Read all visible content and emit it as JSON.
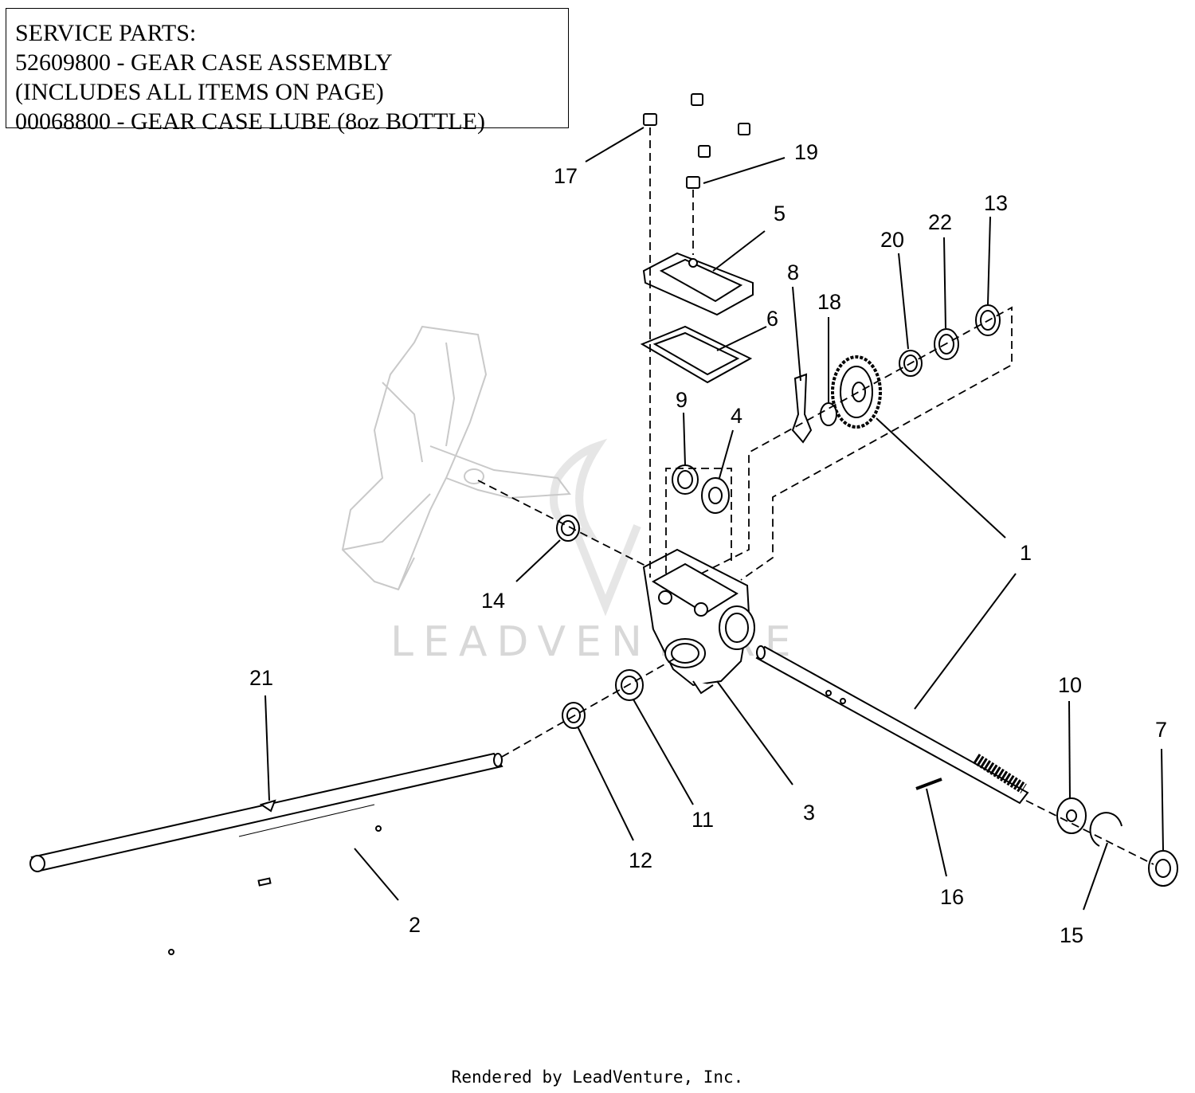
{
  "service": {
    "line1": "SERVICE PARTS:",
    "line2": "52609800 - GEAR CASE ASSEMBLY",
    "line3": "(INCLUDES ALL ITEMS ON PAGE)",
    "line4": "00068800 - GEAR CASE LUBE (8oz BOTTLE)"
  },
  "watermark": "LEADVENTURE",
  "callouts": {
    "c1": "1",
    "c2": "2",
    "c3": "3",
    "c4": "4",
    "c5": "5",
    "c6": "6",
    "c7": "7",
    "c8": "8",
    "c9": "9",
    "c10": "10",
    "c11": "11",
    "c12": "12",
    "c13": "13",
    "c14": "14",
    "c15": "15",
    "c16": "16",
    "c17": "17",
    "c18": "18",
    "c19": "19",
    "c20": "20",
    "c21": "21",
    "c22": "22"
  },
  "footer": "Rendered by LeadVenture, Inc."
}
